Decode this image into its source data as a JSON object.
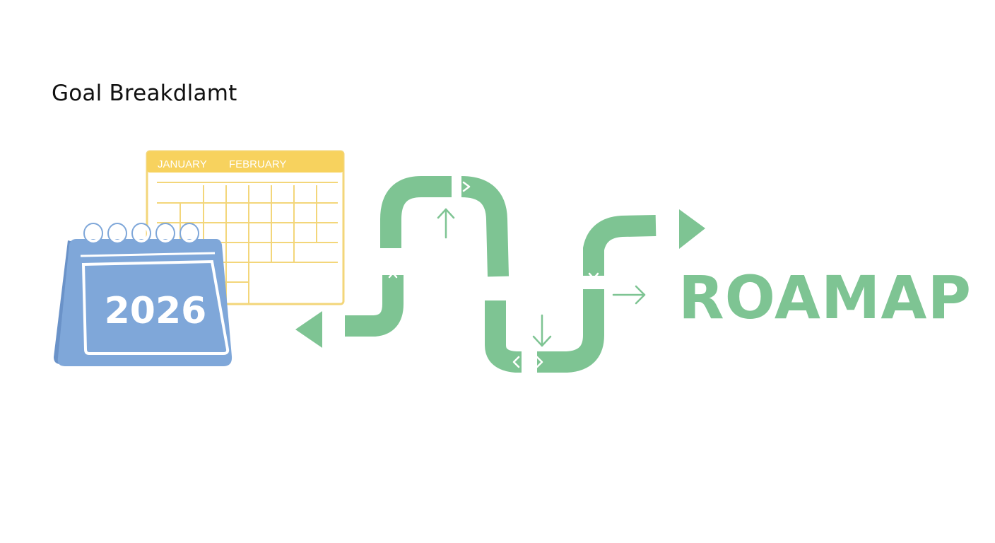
{
  "heading": "Goal Breakdlamt",
  "calendar_back": {
    "month_1": "JANUARY",
    "month_2": "FEBRUARY"
  },
  "calendar_front": {
    "year": "2026"
  },
  "roadmap_label": "ROAMAP",
  "colors": {
    "green": "#7ec493",
    "green_light": "#9fd3ad",
    "blue": "#7fa7d9",
    "blue_dark": "#6a92c8",
    "yellow": "#f7d25e",
    "yellow_line": "#f3d67a"
  }
}
